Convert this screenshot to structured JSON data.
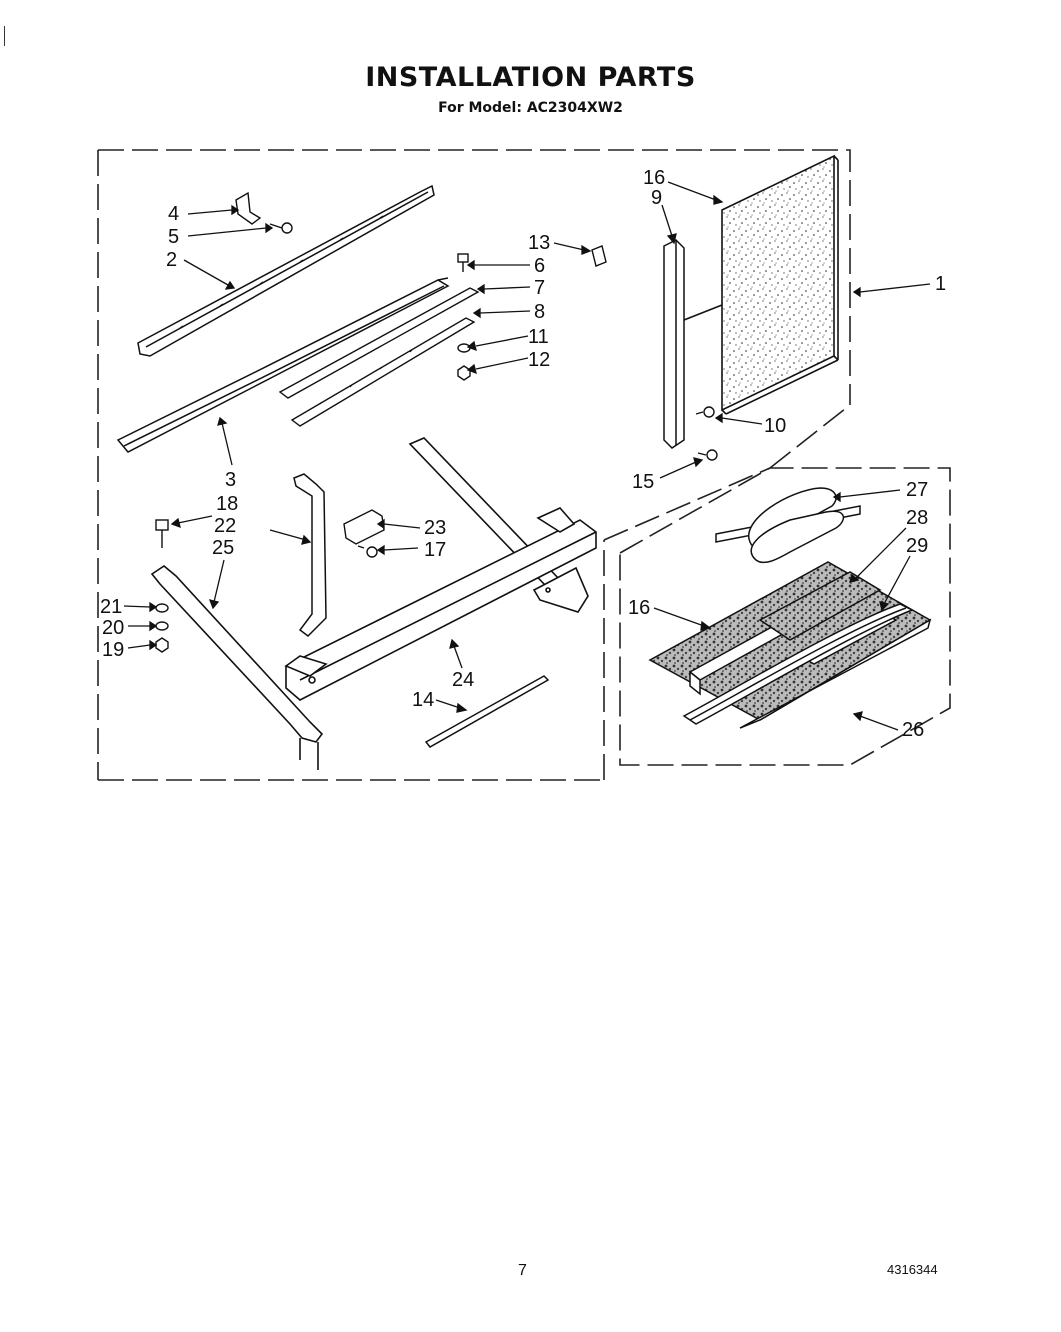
{
  "header": {
    "title": "INSTALLATION PARTS",
    "model_line": "For Model: AC2304XW2"
  },
  "footer": {
    "page_number": "7",
    "document_number": "4316344"
  },
  "callouts": [
    {
      "id": "c1",
      "text": "1"
    },
    {
      "id": "c2",
      "text": "2"
    },
    {
      "id": "c3",
      "text": "3"
    },
    {
      "id": "c4",
      "text": "4"
    },
    {
      "id": "c5",
      "text": "5"
    },
    {
      "id": "c6",
      "text": "6"
    },
    {
      "id": "c7",
      "text": "7"
    },
    {
      "id": "c8",
      "text": "8"
    },
    {
      "id": "c9",
      "text": "9"
    },
    {
      "id": "c10",
      "text": "10"
    },
    {
      "id": "c11",
      "text": "11"
    },
    {
      "id": "c12",
      "text": "12"
    },
    {
      "id": "c13",
      "text": "13"
    },
    {
      "id": "c14",
      "text": "14"
    },
    {
      "id": "c15",
      "text": "15"
    },
    {
      "id": "c16a",
      "text": "16"
    },
    {
      "id": "c16b",
      "text": "16"
    },
    {
      "id": "c17",
      "text": "17"
    },
    {
      "id": "c18",
      "text": "18"
    },
    {
      "id": "c19",
      "text": "19"
    },
    {
      "id": "c20",
      "text": "20"
    },
    {
      "id": "c21",
      "text": "21"
    },
    {
      "id": "c22",
      "text": "22"
    },
    {
      "id": "c23",
      "text": "23"
    },
    {
      "id": "c24",
      "text": "24"
    },
    {
      "id": "c25",
      "text": "25"
    },
    {
      "id": "c26",
      "text": "26"
    },
    {
      "id": "c27",
      "text": "27"
    },
    {
      "id": "c28",
      "text": "28"
    },
    {
      "id": "c29",
      "text": "29"
    }
  ]
}
